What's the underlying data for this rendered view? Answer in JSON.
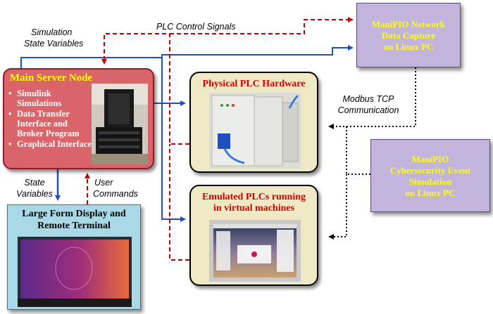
{
  "labels": {
    "sim_state_line1": "Simulation",
    "sim_state_line2": "State Variables",
    "plc_control": "PLC Control Signals",
    "modbus_line1": "Modbus TCP",
    "modbus_line2": "Communication",
    "state_vars_line1": "State",
    "state_vars_line2": "Variables",
    "user_cmds_line1": "User",
    "user_cmds_line2": "Commands"
  },
  "main_node": {
    "title": "Main Server Node",
    "items": [
      "Simulink Simulations",
      "Data Transfer Interface and Broker Program",
      "Graphical Interface"
    ]
  },
  "display_node": {
    "title_line1": "Large Form Display and",
    "title_line2": "Remote Terminal"
  },
  "plc_node": {
    "title": "Physical PLC Hardware"
  },
  "emu_node": {
    "title_line1": "Emulated PLCs running",
    "title_line2": "in virtual machines"
  },
  "capture_node": {
    "line1": "ManiPIO Network",
    "line2": "Data Capture",
    "line3": "on Linux PC"
  },
  "cyber_node": {
    "line1": "ManiPIO",
    "line2": "Cybersecurity Event",
    "line3": "Simulation",
    "line4": "on Linux PC"
  },
  "colors": {
    "blue_arrow": "#1f4fbf",
    "red_dashed": "#c00000",
    "dotted": "#000000",
    "main_fill": "#d9646a",
    "plc_fill": "#efe8c4",
    "purple_fill": "#c2b4dc",
    "display_fill": "#a9d8e6"
  }
}
